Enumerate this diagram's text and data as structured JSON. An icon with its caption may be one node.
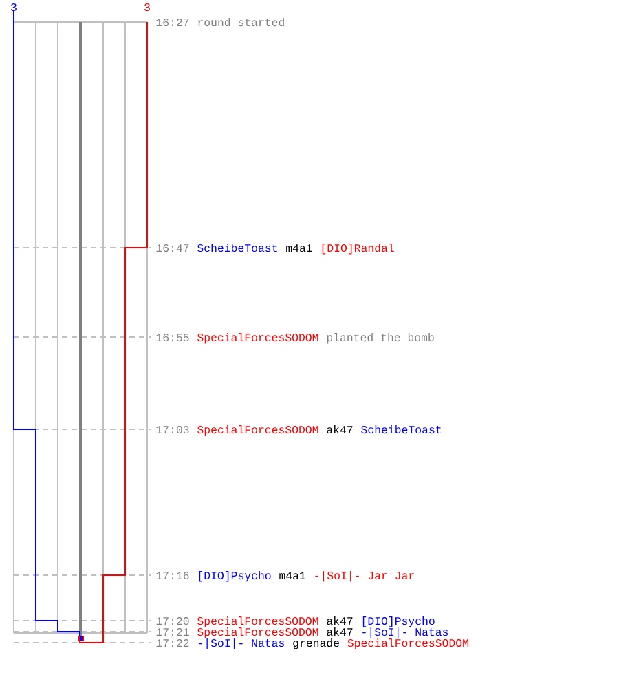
{
  "diagram": {
    "labels": [
      "3",
      "3",
      "16:27",
      "round started",
      "16:47",
      "ScheibeToast",
      "m4a1",
      "[DIO]Randal",
      "16:55",
      "SpecialForcesSODOM",
      "planted the bomb",
      "17:03",
      "SpecialForcesSODOM",
      "ak47",
      "ScheibeToast",
      "17:16",
      "[DIO]Psycho",
      "m4a1",
      "-|SoI|- Jar Jar",
      "17:20",
      "SpecialForcesSODOM",
      "ak47",
      "[DIO]Psycho",
      "17:21",
      "SpecialForcesSODOM",
      "ak47",
      "-|SoI|- Natas",
      "17:22",
      "-|SoI|- Natas",
      "grenade",
      "SpecialForcesSODOM"
    ]
  }
}
